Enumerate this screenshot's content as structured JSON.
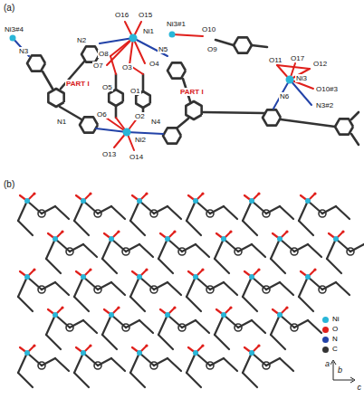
{
  "diagram": {
    "labels": [
      "(a)",
      "Ni3#4",
      "N3",
      "PART I",
      "N2",
      "O16",
      "O15",
      "Ni1",
      "O8",
      "O7",
      "O3",
      "O4",
      "N5",
      "Ni3#1",
      "O10",
      "O9",
      "O11",
      "O17",
      "O12",
      "Ni3",
      "O10#3",
      "N3#2",
      "N6",
      "PART I",
      "O5",
      "O1",
      "N1",
      "O6",
      "O2",
      "N4",
      "Ni2",
      "O13",
      "O14",
      "(b)",
      "a",
      "b",
      "c"
    ],
    "legend": [
      {
        "text": "Ni",
        "color": "#29b6d8"
      },
      {
        "text": "O",
        "color": "#e0201c"
      },
      {
        "text": "N",
        "color": "#2343a8"
      },
      {
        "text": "C",
        "color": "#333333"
      }
    ]
  }
}
